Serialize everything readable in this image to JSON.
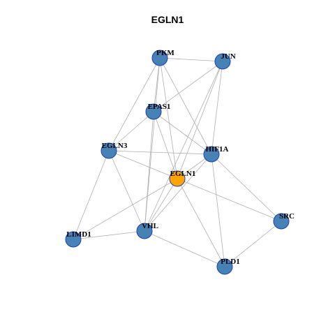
{
  "title": "EGLN1",
  "colors": {
    "node_fill": "#4682b4",
    "focus_fill": "#ffa500",
    "node_stroke": "#1c3fc4",
    "edge": "#b0b0b0"
  },
  "nodes": [
    {
      "id": "PKM",
      "label": "PKM",
      "focus": false
    },
    {
      "id": "JUN",
      "label": "JUN",
      "focus": false
    },
    {
      "id": "EPAS1",
      "label": "EPAS1",
      "focus": false
    },
    {
      "id": "EGLN3",
      "label": "EGLN3",
      "focus": false
    },
    {
      "id": "HIF1A",
      "label": "HIF1A",
      "focus": false
    },
    {
      "id": "EGLN1",
      "label": "EGLN1",
      "focus": true
    },
    {
      "id": "SRC",
      "label": "SRC",
      "focus": false
    },
    {
      "id": "LIMD1",
      "label": "LIMD1",
      "focus": false
    },
    {
      "id": "VHL",
      "label": "VHL",
      "focus": false
    },
    {
      "id": "PLD1",
      "label": "PLD1",
      "focus": false
    }
  ],
  "edges": [
    [
      "PKM",
      "JUN"
    ],
    [
      "PKM",
      "EPAS1"
    ],
    [
      "PKM",
      "EGLN3"
    ],
    [
      "PKM",
      "HIF1A"
    ],
    [
      "PKM",
      "EGLN1"
    ],
    [
      "PKM",
      "VHL"
    ],
    [
      "JUN",
      "EPAS1"
    ],
    [
      "JUN",
      "HIF1A"
    ],
    [
      "JUN",
      "EGLN1"
    ],
    [
      "JUN",
      "VHL"
    ],
    [
      "EPAS1",
      "EGLN3"
    ],
    [
      "EPAS1",
      "HIF1A"
    ],
    [
      "EPAS1",
      "EGLN1"
    ],
    [
      "EPAS1",
      "VHL"
    ],
    [
      "EGLN3",
      "HIF1A"
    ],
    [
      "EGLN3",
      "EGLN1"
    ],
    [
      "EGLN3",
      "LIMD1"
    ],
    [
      "EGLN3",
      "VHL"
    ],
    [
      "HIF1A",
      "EGLN1"
    ],
    [
      "HIF1A",
      "VHL"
    ],
    [
      "HIF1A",
      "SRC"
    ],
    [
      "HIF1A",
      "PLD1"
    ],
    [
      "EGLN1",
      "VHL"
    ],
    [
      "EGLN1",
      "SRC"
    ],
    [
      "EGLN1",
      "PLD1"
    ],
    [
      "EGLN1",
      "LIMD1"
    ],
    [
      "LIMD1",
      "VHL"
    ],
    [
      "VHL",
      "PLD1"
    ],
    [
      "SRC",
      "PLD1"
    ]
  ]
}
